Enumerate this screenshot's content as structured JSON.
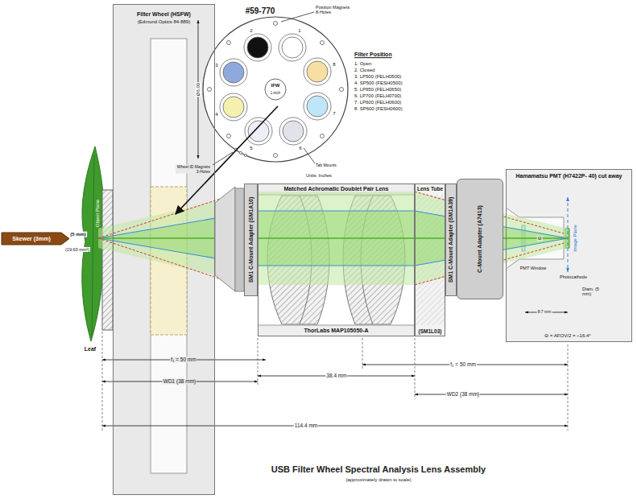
{
  "diagram": {
    "title": "USB Filter Wheel Spectral Analysis Lens Assembly",
    "caption": "(approximately drawn to scale)",
    "nodes": [
      {
        "text": [
          "Skewer (3mm)"
        ]
      },
      {
        "text": [
          "Filter Wheel (HSFW)",
          "(Edmund Optics 84-889)"
        ]
      },
      {
        "text": [
          "SM1 C-Mount Adapter (SM1A10)"
        ]
      },
      {
        "text": [
          "Matched Achromatic Doublet Pair Lens",
          "ThorLabs MAP105050-A"
        ]
      },
      {
        "text": [
          "Lens Tube",
          "(SM1L03)"
        ]
      },
      {
        "text": [
          "SM1 C-Mount Adapter (SM1A39)"
        ]
      },
      {
        "text": [
          "C-Mount Adapter (A7413)"
        ]
      },
      {
        "text": [
          "Hamamatsu PMT (H7422P- 40) cut away"
        ]
      }
    ],
    "labels": [
      "#59-770",
      "Position Magnets 8-Holes",
      "Ø6.00",
      "IFW",
      "1-inch",
      "1",
      "2",
      "3",
      "4",
      "5",
      "6",
      "7",
      "8",
      "Wheel ID Magnets 3-Holes",
      "Tab Mounts",
      "Units: Inches",
      "Filter Position",
      "1. Open",
      "2. Closed",
      "3. LP500 (FELH0500)",
      "4. SP500 (FESH0500)",
      "5. LP650 (FELH0650)",
      "6. LP700 (FELH0700)",
      "7. LP600 (FELH0600)",
      "8. SP600 (FESH0600)",
      "(5 mm)",
      "(19.63 mm²)",
      "Object Plane",
      "Leaf",
      "f₁ = 50 mm",
      "WD1 (38 mm)",
      "38.4 mm",
      "f₂ = 50 mm",
      "WD2 (38 mm)",
      "114.4 mm",
      "PMT Window",
      "Photocathode",
      "Diam. (5 mm)",
      "Image Plane",
      "Θ",
      "Θ = AFOV/2 = ~16.4°",
      "8.7 mm"
    ]
  }
}
